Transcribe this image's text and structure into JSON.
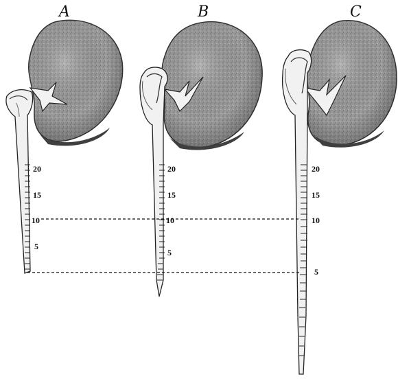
{
  "panels": [
    {
      "letter": "A",
      "scale_labels": [
        "20",
        "15",
        "10",
        "5"
      ]
    },
    {
      "letter": "B",
      "scale_labels": [
        "20",
        "15",
        "10",
        "5"
      ]
    },
    {
      "letter": "C",
      "scale_labels": [
        "20",
        "15",
        "10",
        "5"
      ]
    }
  ],
  "colors": {
    "seed_fill": "#9a9a9a",
    "seed_shadow": "#4a4a4a",
    "radicle_fill": "#f1f1f1",
    "ink": "#111111"
  }
}
